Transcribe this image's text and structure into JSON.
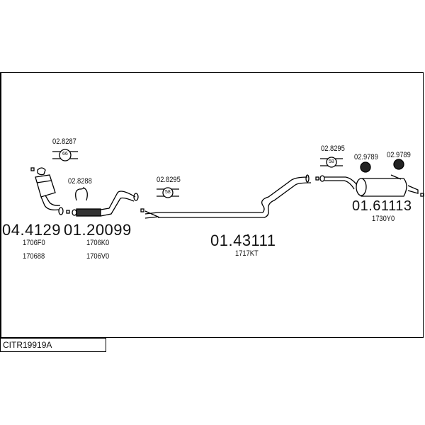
{
  "diagram_code": "CITR19919A",
  "parts": [
    {
      "number": "04.4129",
      "refs": [
        "1706F0",
        "170688"
      ]
    },
    {
      "number": "01.20099",
      "refs": [
        "1706K0",
        "1706V0"
      ]
    },
    {
      "number": "01.43111",
      "refs": [
        "1717KT"
      ]
    },
    {
      "number": "01.61113",
      "refs": [
        "1730Y0"
      ]
    }
  ],
  "hardware": [
    {
      "number": "02.8287",
      "badge": "66"
    },
    {
      "number": "02.8288"
    },
    {
      "number": "02.8295",
      "badge": "58"
    },
    {
      "number": "02.8295",
      "badge": "58"
    },
    {
      "number": "02.9789"
    },
    {
      "number": "02.9789"
    }
  ]
}
